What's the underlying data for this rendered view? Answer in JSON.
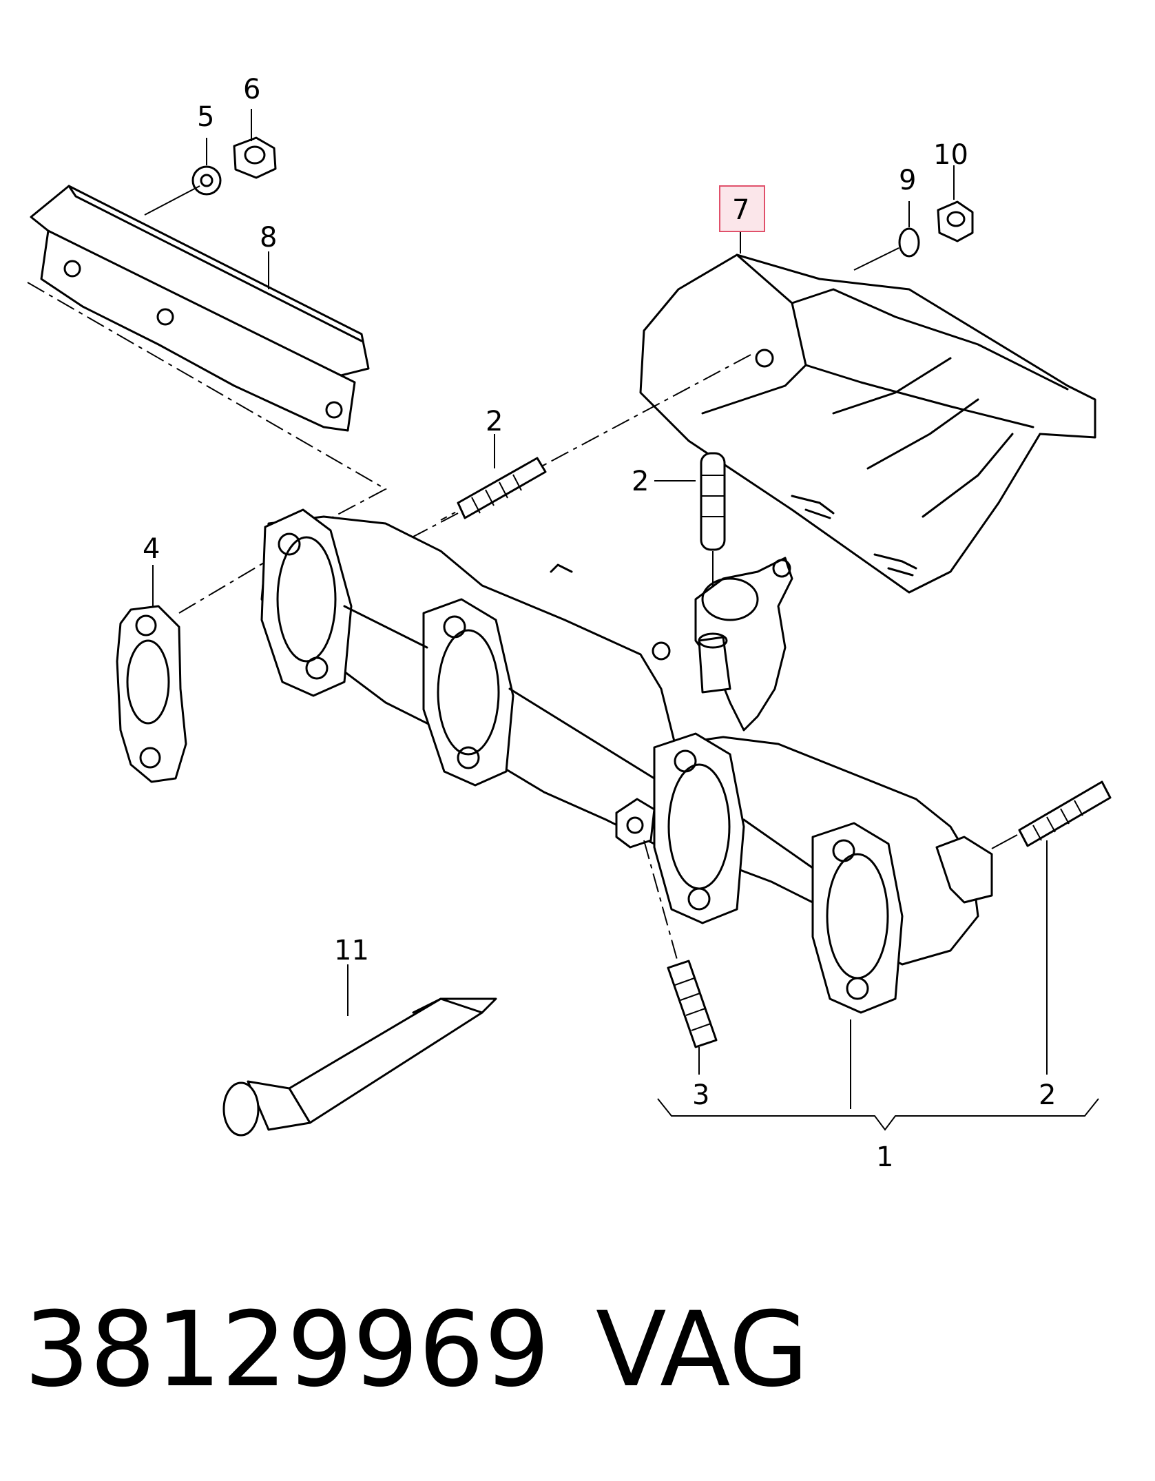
{
  "callouts": {
    "c1": "1",
    "c2a": "2",
    "c2b": "2",
    "c2c": "2",
    "c3": "3",
    "c4": "4",
    "c5": "5",
    "c6": "6",
    "c7": "7",
    "c8": "8",
    "c9": "9",
    "c10": "10",
    "c11": "11"
  },
  "highlight_color": "#e0506a",
  "footer": {
    "part_number": "38129969",
    "brand": "VAG"
  }
}
